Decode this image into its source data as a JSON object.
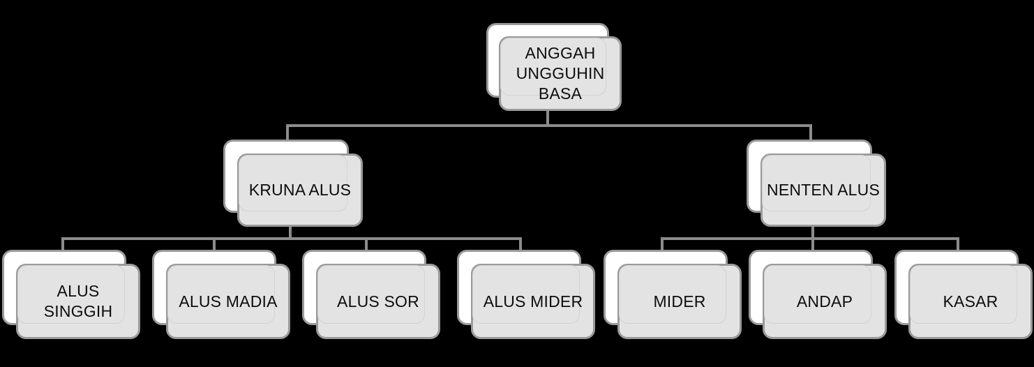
{
  "diagram": {
    "title": "ANGGAH UNGGUHIN BASA",
    "type": "hierarchy-tree",
    "background_color": "#000000",
    "card_fill_color": "#e3e3e3",
    "card_back_color": "#ffffff",
    "card_border_color": "#9a9a9a",
    "connector_color": "#8c8c8c",
    "text_color": "#0d0d0d",
    "levels": 3
  },
  "nodes": {
    "root": {
      "label": "ANGGAH\nUNGGUHIN\nBASA",
      "level": 0
    },
    "branch_left": {
      "label": "KRUNA ALUS",
      "level": 1
    },
    "branch_right": {
      "label": "NENTEN ALUS",
      "level": 1
    },
    "leaves": [
      {
        "label": "ALUS SINGGIH",
        "level": 2,
        "parent": "KRUNA ALUS"
      },
      {
        "label": "ALUS MADIA",
        "level": 2,
        "parent": "KRUNA ALUS"
      },
      {
        "label": "ALUS SOR",
        "level": 2,
        "parent": "KRUNA ALUS"
      },
      {
        "label": "ALUS MIDER",
        "level": 2,
        "parent": "KRUNA ALUS"
      },
      {
        "label": "MIDER",
        "level": 2,
        "parent": "NENTEN ALUS"
      },
      {
        "label": "ANDAP",
        "level": 2,
        "parent": "NENTEN ALUS"
      },
      {
        "label": "KASAR",
        "level": 2,
        "parent": "NENTEN ALUS"
      }
    ]
  }
}
